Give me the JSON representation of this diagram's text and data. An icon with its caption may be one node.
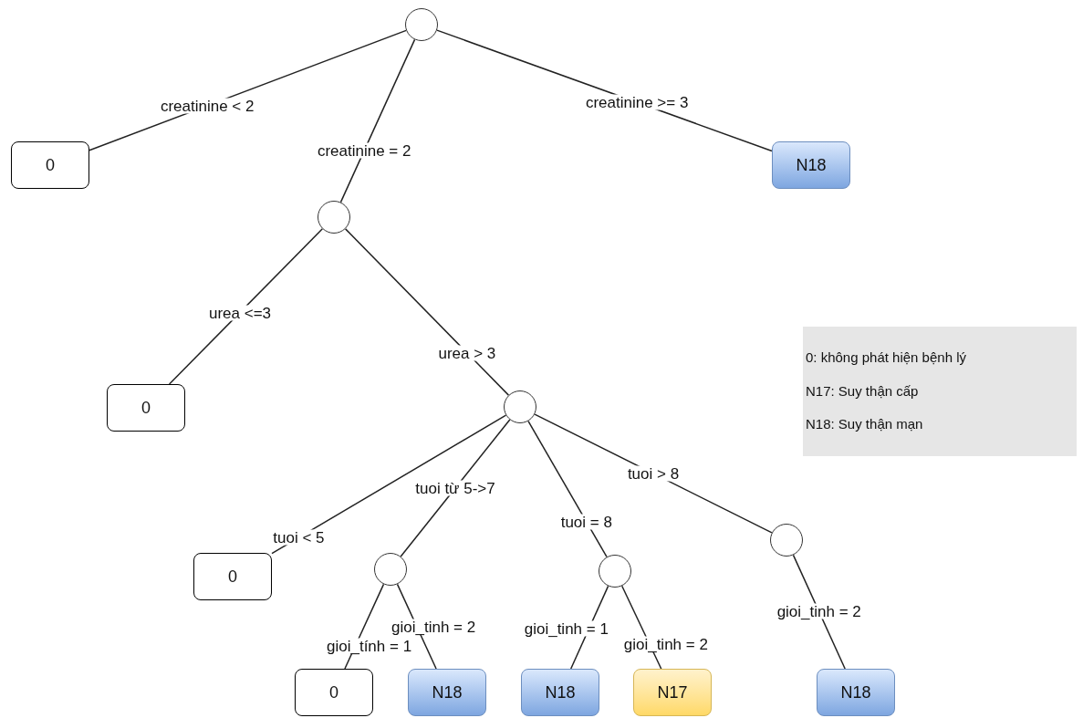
{
  "diagram": {
    "nodes": [
      {
        "text": [],
        "shape": "circle"
      },
      {
        "text": [
          "0"
        ]
      },
      {
        "text": [
          "N18"
        ]
      },
      {
        "text": [],
        "shape": "circle"
      },
      {
        "text": [
          "0"
        ]
      },
      {
        "text": [],
        "shape": "circle"
      },
      {
        "text": [
          "0"
        ]
      },
      {
        "text": [],
        "shape": "circle"
      },
      {
        "text": [],
        "shape": "circle"
      },
      {
        "text": [],
        "shape": "circle"
      },
      {
        "text": [
          "0"
        ]
      },
      {
        "text": [
          "N18"
        ]
      },
      {
        "text": [
          "N18"
        ]
      },
      {
        "text": [
          "N17"
        ]
      },
      {
        "text": [
          "N18"
        ]
      },
      {
        "text": [
          "0: không phát hiện bệnh lý",
          "N17: Suy thận cấp",
          "N18: Suy thận mạn"
        ]
      }
    ],
    "edges": [
      {
        "from": 0,
        "to": 1,
        "arrow": "none",
        "label": "creatinine < 2"
      },
      {
        "from": 0,
        "to": 3,
        "arrow": "none",
        "label": "creatinine = 2"
      },
      {
        "from": 0,
        "to": 2,
        "arrow": "none",
        "label": "creatinine >= 3"
      },
      {
        "from": 3,
        "to": 4,
        "arrow": "none",
        "label": "urea <=3"
      },
      {
        "from": 3,
        "to": 5,
        "arrow": "none",
        "label": "urea > 3"
      },
      {
        "from": 5,
        "to": 6,
        "arrow": "none",
        "label": "tuoi < 5"
      },
      {
        "from": 5,
        "to": 7,
        "arrow": "none",
        "label": "tuoi từ 5->7"
      },
      {
        "from": 5,
        "to": 8,
        "arrow": "none",
        "label": "tuoi = 8"
      },
      {
        "from": 5,
        "to": 9,
        "arrow": "none",
        "label": "tuoi > 8"
      },
      {
        "from": 7,
        "to": 10,
        "arrow": "none",
        "label": "gioi_tính = 1"
      },
      {
        "from": 7,
        "to": 11,
        "arrow": "none",
        "label": "gioi_tinh = 2"
      },
      {
        "from": 8,
        "to": 12,
        "arrow": "none",
        "label": "gioi_tinh = 1"
      },
      {
        "from": 8,
        "to": 13,
        "arrow": "none",
        "label": "gioi_tinh = 2"
      },
      {
        "from": 9,
        "to": 14,
        "arrow": "none",
        "label": "gioi_tinh = 2"
      }
    ]
  }
}
